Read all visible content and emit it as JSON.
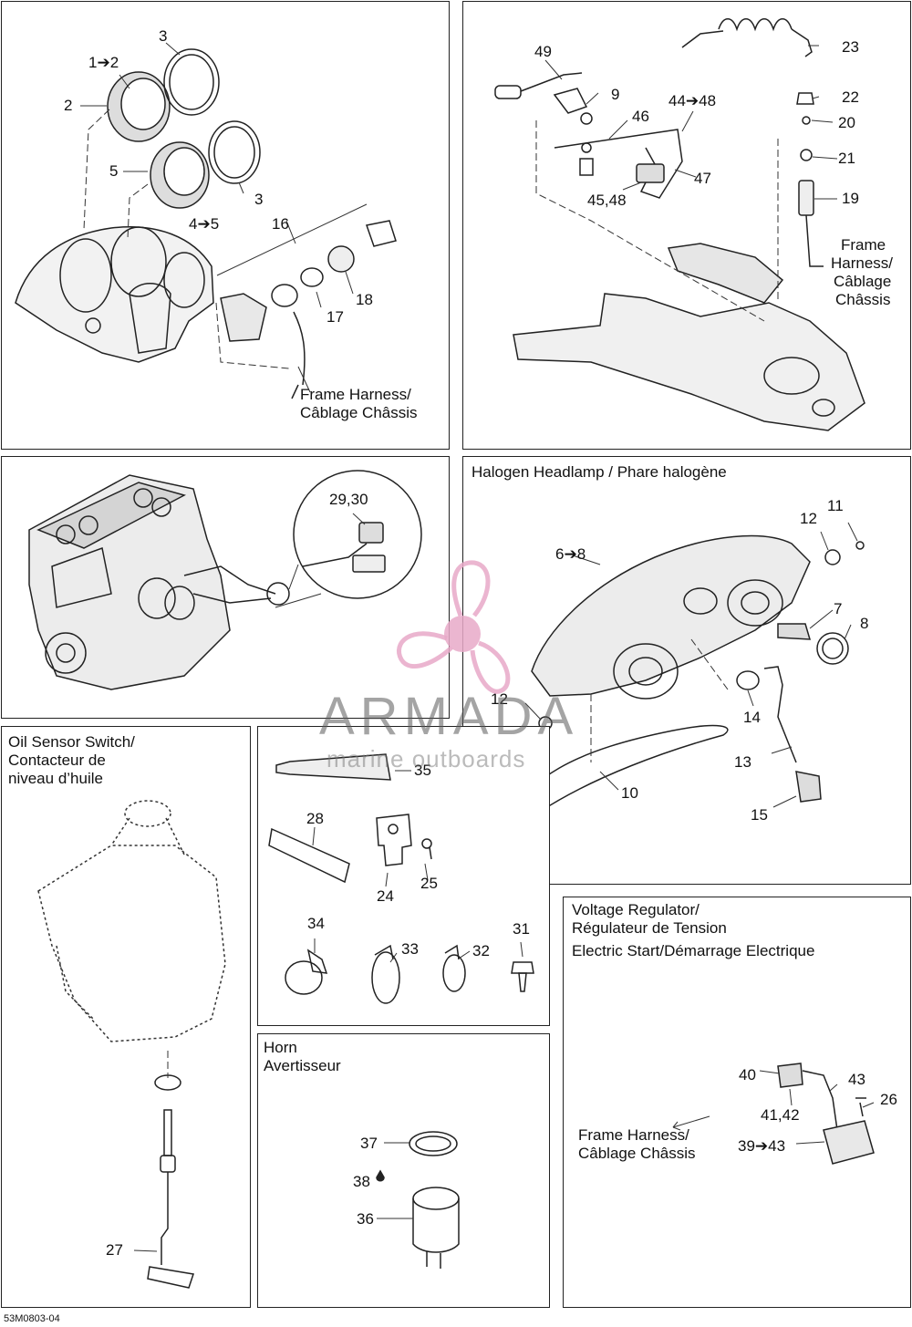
{
  "panels": {
    "gauges": {
      "callouts": [
        "1➔2",
        "2",
        "3",
        "5",
        "3",
        "4➔5",
        "16",
        "17",
        "18"
      ],
      "note": [
        "Frame Harness/",
        "Câblage Châssis"
      ]
    },
    "handlebar": {
      "callouts": [
        "49",
        "9",
        "46",
        "44➔48",
        "47",
        "45,48",
        "23",
        "22",
        "20",
        "21",
        "19"
      ],
      "note": [
        "Frame",
        "Harness/",
        "Câblage",
        "Châssis"
      ]
    },
    "engine": {
      "callouts": [
        "29,30"
      ]
    },
    "headlamp": {
      "title": "Halogen Headlamp / Phare halogène",
      "callouts": [
        "11",
        "12",
        "6➔8",
        "7",
        "8",
        "12",
        "14",
        "13",
        "10",
        "15"
      ]
    },
    "oil_sensor": {
      "title": [
        "Oil Sensor Switch/",
        "Contacteur de",
        "niveau d’huile"
      ],
      "callouts": [
        "27"
      ]
    },
    "hardware": {
      "callouts": [
        "35",
        "28",
        "24",
        "25",
        "34",
        "33",
        "32",
        "31"
      ]
    },
    "horn": {
      "title": [
        "Horn",
        "Avertisseur"
      ],
      "callouts": [
        "37",
        "38",
        "36"
      ]
    },
    "voltage_regulator": {
      "title": [
        "Voltage Regulator/",
        "Régulateur de Tension",
        "Electric Start/Démarrage Electrique"
      ],
      "callouts": [
        "40",
        "43",
        "26",
        "41,42",
        "39➔43"
      ],
      "note": [
        "Frame Harness/",
        "Câblage Châssis"
      ]
    }
  },
  "watermark": {
    "brand": "ARMADA",
    "tagline": "marine outboards",
    "color": "#e8a9c8"
  },
  "footer": {
    "code": "53M0803-04"
  }
}
